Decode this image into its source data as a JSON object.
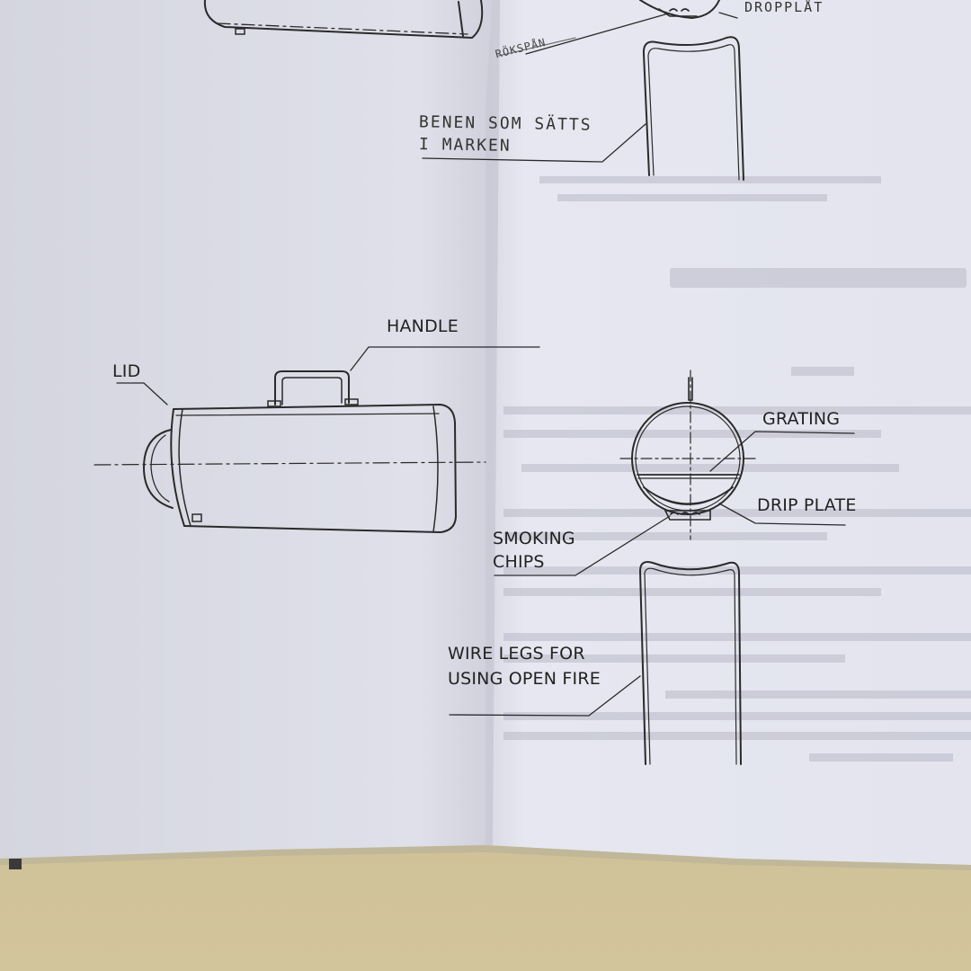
{
  "labels": {
    "lid": "LID",
    "handle": "HANDLE",
    "grating": "GRATING",
    "drip_plate": "DRIP PLATE",
    "smoking_chips_1": "SMOKING",
    "smoking_chips_2": "CHIPS",
    "wire_legs_1": "WIRE LEGS FOR",
    "wire_legs_2": "USING OPEN FIRE",
    "dropplat": "DROPPLÅT",
    "rokspan": "RÖKSPÅN",
    "benen_1": "BENEN SOM SÄTTS",
    "benen_2": "I MARKEN"
  },
  "colors": {
    "paper_left": "#dcdde6",
    "paper_right": "#e4e5ee",
    "table": "#c9b98f",
    "ink": "#2a2a2a"
  }
}
